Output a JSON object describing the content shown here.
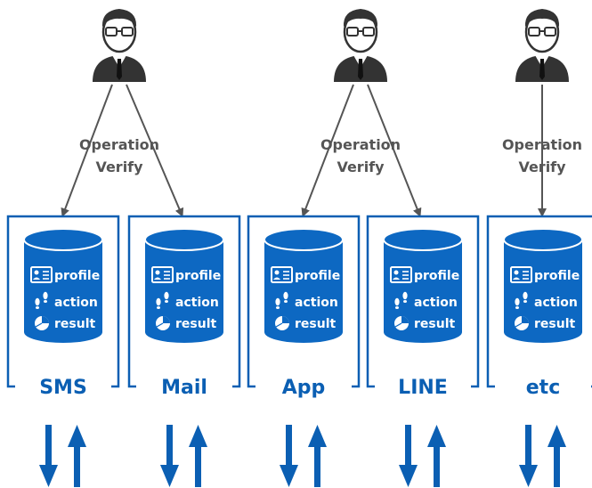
{
  "operators": [
    {
      "label_line1": "Operation",
      "label_line2": "Verify"
    },
    {
      "label_line1": "Operation",
      "label_line2": "Verify"
    },
    {
      "label_line1": "Operation",
      "label_line2": "Verify"
    }
  ],
  "channels": [
    {
      "label": "SMS"
    },
    {
      "label": "Mail"
    },
    {
      "label": "App"
    },
    {
      "label": "LINE"
    },
    {
      "label": "etc"
    }
  ],
  "database_rows": {
    "profile": "profile",
    "action": "action",
    "result": "result"
  },
  "icons": {
    "operator": "person-with-glasses-icon",
    "profile": "id-card-icon",
    "action": "footprints-icon",
    "result": "pie-chart-icon",
    "flow": "up-down-arrows-icon"
  },
  "colors": {
    "brand_blue": "#0b5fb3",
    "db_blue": "#0d68c2",
    "connector_gray": "#555555",
    "person_dark": "#333333"
  }
}
